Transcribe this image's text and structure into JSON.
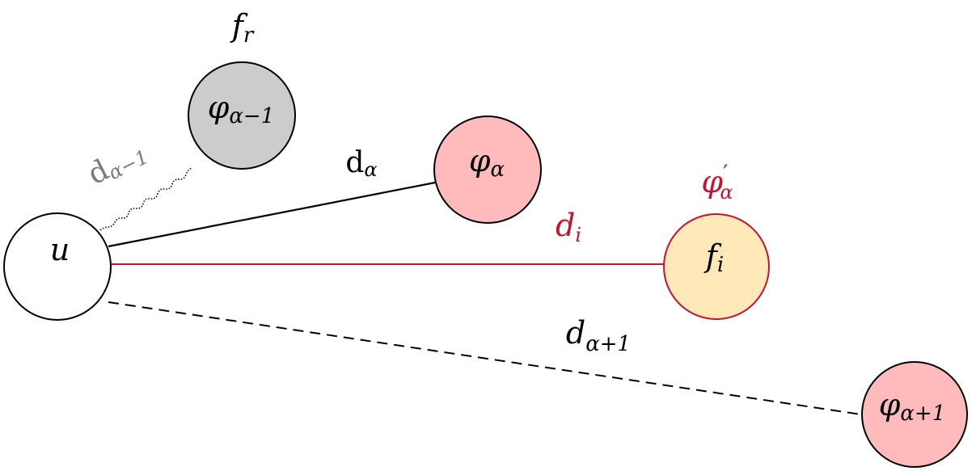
{
  "nodes": {
    "u": {
      "label": "u",
      "fill": "#ffffff",
      "stroke": "#000000"
    },
    "phi_prev": {
      "label_base": "φ",
      "label_sub": "α−1",
      "fill": "#cccccc",
      "stroke": "#000000"
    },
    "phi": {
      "label_base": "φ",
      "label_sub": "α",
      "fill": "#ffbbbb",
      "stroke": "#000000"
    },
    "f_i": {
      "label_base": "f",
      "label_sub": "i",
      "fill": "#ffe9b8",
      "stroke": "#c4122f"
    },
    "phi_next": {
      "label_base": "φ",
      "label_sub": "α+1",
      "fill": "#ffbbbb",
      "stroke": "#000000"
    }
  },
  "labels": {
    "f_r": {
      "base": "f",
      "sub": "r",
      "color": "#000000"
    },
    "d_prev": {
      "base": "d",
      "sub": "α−1",
      "color": "#7a7a7a"
    },
    "d_alpha": {
      "base": "d",
      "sub": "α",
      "color": "#000000"
    },
    "phi_prime": {
      "base": "φ",
      "sup": "′",
      "sub": "α",
      "color": "#c4122f"
    },
    "d_i": {
      "base": "d",
      "sub": "i",
      "color": "#c4122f"
    },
    "d_next": {
      "base": "d",
      "sub": "α+1",
      "color": "#000000"
    }
  },
  "edges": {
    "u_phi_prev": {
      "style": "wavy-dotted",
      "color": "#000000"
    },
    "u_phi": {
      "style": "solid",
      "color": "#000000"
    },
    "u_fi": {
      "style": "solid",
      "color": "#c4122f"
    },
    "u_phi_next": {
      "style": "dashed",
      "color": "#000000"
    }
  }
}
